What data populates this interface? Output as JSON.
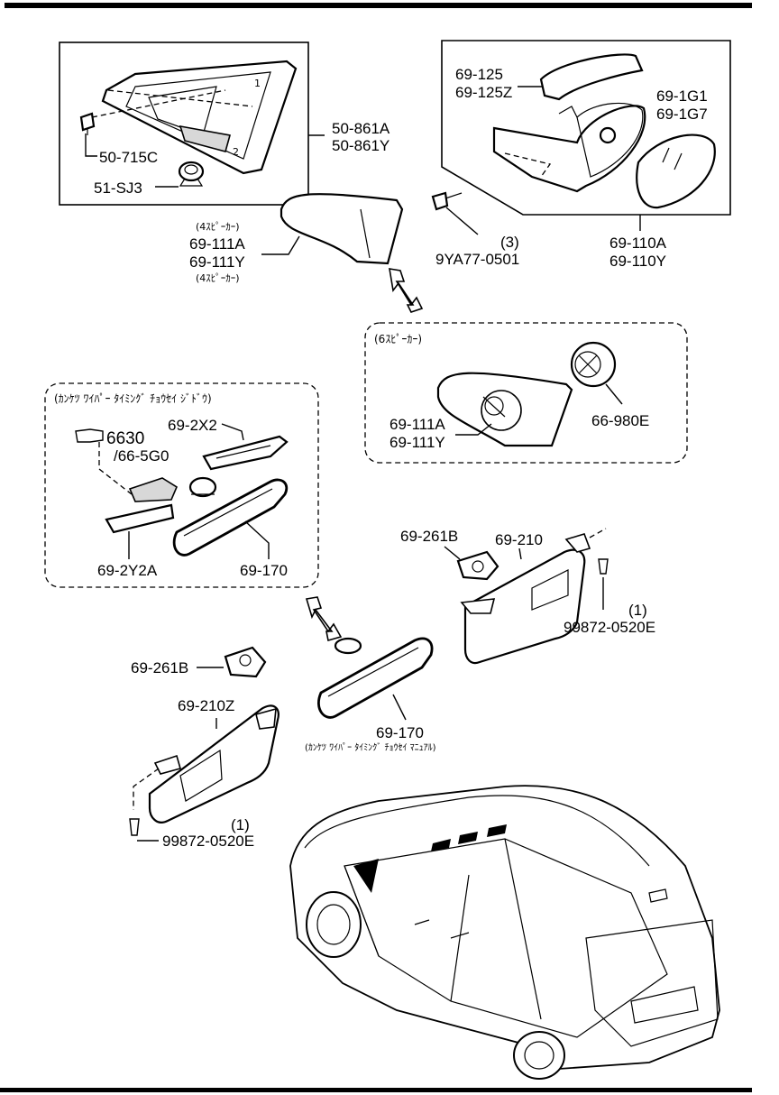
{
  "labels": {
    "p50_861A": "50-861A",
    "p50_861Y": "50-861Y",
    "p50_715C": "50-715C",
    "p51_SJ3": "51-SJ3",
    "p69_125": "69-125",
    "p69_125Z": "69-125Z",
    "p69_1G1": "69-1G1",
    "p69_1G7": "69-1G7",
    "p9YA77_qty": "(3)",
    "p9YA77": "9YA77-0501",
    "p69_110A": "69-110A",
    "p69_110Y": "69-110Y",
    "note_4sp_top": "(4ｽﾋﾟｰｶｰ)",
    "p69_111A_top": "69-111A",
    "p69_111Y_top": "69-111Y",
    "note_4sp_bottom": "(4ｽﾋﾟｰｶｰ)",
    "group_6sp": "(6ｽﾋﾟｰｶｰ)",
    "p69_111A_6": "69-111A",
    "p69_111Y_6": "69-111Y",
    "p66_980E": "66-980E",
    "group_auto": "(ｶﾝｹﾂ ﾜｲﾊﾟｰ ﾀｲﾐﾝｸﾞ ﾁｮｳｾｲ ｼﾞﾄﾞｳ)",
    "p6630": "6630",
    "p66_5G0": "/66-5G0",
    "p69_2X2": "69-2X2",
    "p69_2Y2A": "69-2Y2A",
    "p69_170_auto": "69-170",
    "p69_261B_r": "69-261B",
    "p69_210": "69-210",
    "p99872_r_qty": "(1)",
    "p99872_r": "99872-0520E",
    "p69_261B_l": "69-261B",
    "p69_210Z": "69-210Z",
    "p69_170_man": "69-170",
    "note_manual": "(ｶﾝｹﾂ ﾜｲﾊﾟｰ ﾀｲﾐﾝｸﾞ ﾁｮｳｾｲ ﾏﾆｭｱﾙ)",
    "p99872_l_qty": "(1)",
    "p99872_l": "99872-0520E"
  }
}
